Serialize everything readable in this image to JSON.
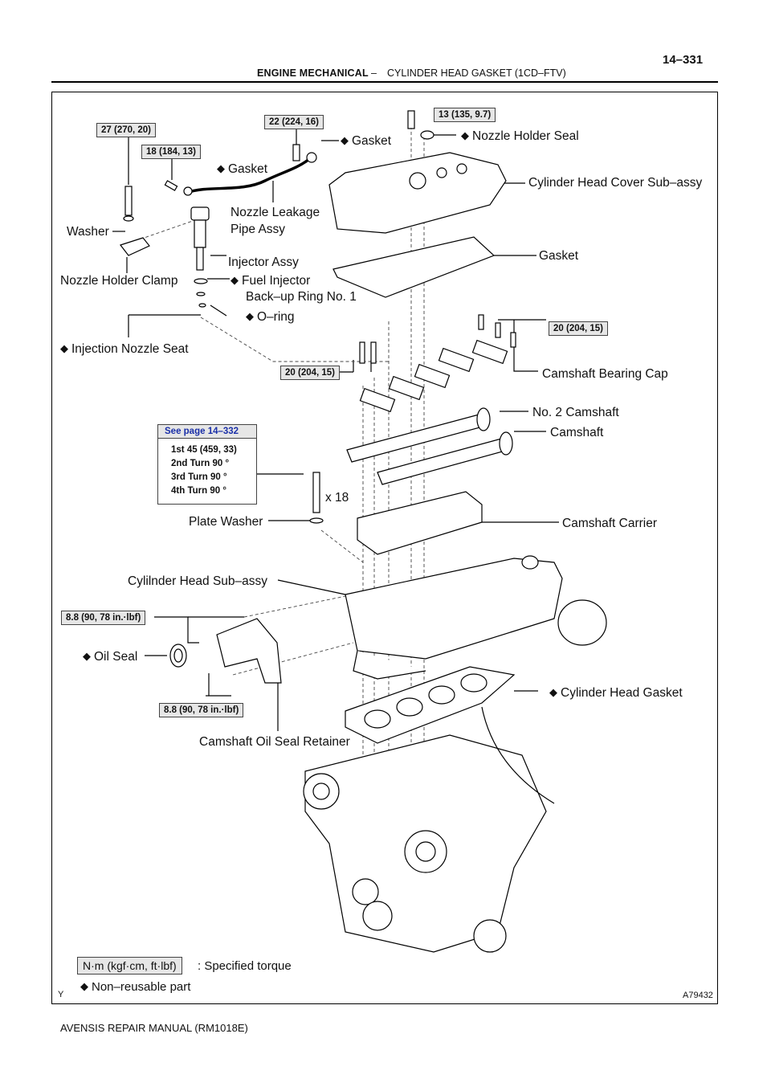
{
  "header": {
    "section": "ENGINE MECHANICAL",
    "separator": "–",
    "title": "CYLINDER HEAD GASKET (1CD–FTV)",
    "page": "14–331"
  },
  "diamond_symbol": "◆",
  "torques": {
    "t27": "27 (270, 20)",
    "t18": "18 (184, 13)",
    "t22": "22 (224, 16)",
    "t13": "13 (135, 9.7)",
    "t20a": "20 (204, 15)",
    "t20b": "20 (204, 15)",
    "t88a": "8.8 (90, 78 in.·lbf)",
    "t88b": "8.8 (90, 78 in.·lbf)"
  },
  "labels": {
    "gasket_top": "Gasket",
    "nozzle_holder_seal": "Nozzle Holder Seal",
    "gasket_pipe": "Gasket",
    "cylinder_head_cover": "Cylinder Head Cover Sub–assy",
    "nozzle_leakage_1": "Nozzle Leakage",
    "nozzle_leakage_2": "Pipe Assy",
    "washer": "Washer",
    "gasket_cover": "Gasket",
    "injector_assy": "Injector Assy",
    "nozzle_holder_clamp": "Nozzle Holder Clamp",
    "fuel_injector_1": "Fuel Injector",
    "fuel_injector_2": "Back–up Ring No. 1",
    "o_ring": "O–ring",
    "injection_nozzle_seat": "Injection Nozzle Seat",
    "camshaft_bearing_cap": "Camshaft Bearing Cap",
    "no2_camshaft": "No. 2 Camshaft",
    "camshaft": "Camshaft",
    "x18": "x 18",
    "plate_washer": "Plate Washer",
    "camshaft_carrier": "Camshaft Carrier",
    "cylinder_head_sub": "Cylilnder Head Sub–assy",
    "oil_seal": "Oil Seal",
    "cylinder_head_gasket": "Cylinder Head Gasket",
    "camshaft_oil_seal_retainer": "Camshaft Oil Seal Retainer"
  },
  "see_box": {
    "header": "See page 14–332",
    "lines": [
      "1st 45 (459, 33)",
      "2nd Turn 90 °",
      "3rd Turn 90 °",
      "4th Turn 90 °"
    ]
  },
  "legend": {
    "torque_unit": "N·m (kgf·cm, ft·lbf)",
    "torque_text": ": Specified torque",
    "non_reusable": "Non–reusable part"
  },
  "corner_mark": "Y",
  "figure_id": "A79432",
  "footer": "AVENSIS REPAIR MANUAL   (RM1018E)"
}
